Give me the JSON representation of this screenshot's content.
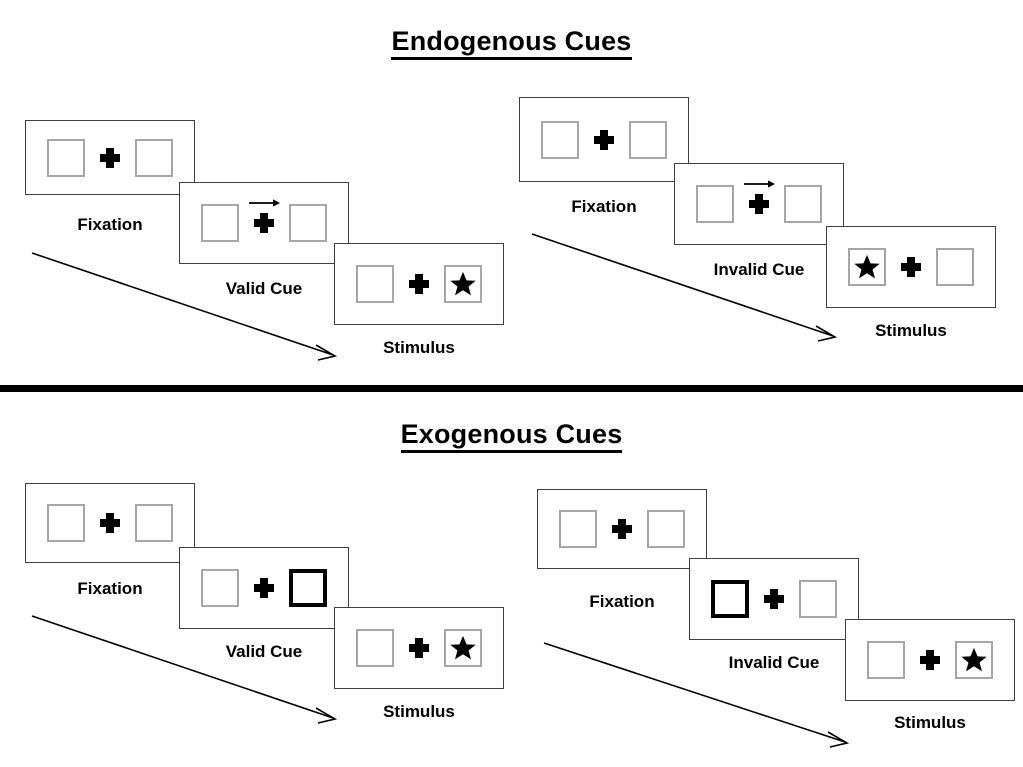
{
  "sections": [
    {
      "id": "endogenous",
      "title": "Endogenous Cues",
      "conditions": [
        {
          "id": "endogenous-valid",
          "cue_label": "Valid Cue",
          "panels": [
            {
              "id": "endogenous-valid-fixation",
              "label": "Fixation",
              "left_square": "empty",
              "right_square": "empty",
              "center": "plus",
              "cue": "none"
            },
            {
              "id": "endogenous-valid-cue",
              "label": "Valid Cue",
              "left_square": "empty",
              "right_square": "empty",
              "center": "plus",
              "cue": "arrow-right"
            },
            {
              "id": "endogenous-valid-stimulus",
              "label": "Stimulus",
              "left_square": "empty",
              "right_square": "star",
              "center": "plus",
              "cue": "none"
            }
          ]
        },
        {
          "id": "endogenous-invalid",
          "cue_label": "Invalid Cue",
          "panels": [
            {
              "id": "endogenous-invalid-fixation",
              "label": "Fixation",
              "left_square": "empty",
              "right_square": "empty",
              "center": "plus",
              "cue": "none"
            },
            {
              "id": "endogenous-invalid-cue",
              "label": "Invalid Cue",
              "left_square": "empty",
              "right_square": "empty",
              "center": "plus",
              "cue": "arrow-right"
            },
            {
              "id": "endogenous-invalid-stimulus",
              "label": "Stimulus",
              "left_square": "star",
              "right_square": "empty",
              "center": "plus",
              "cue": "none"
            }
          ]
        }
      ]
    },
    {
      "id": "exogenous",
      "title": "Exogenous Cues",
      "conditions": [
        {
          "id": "exogenous-valid",
          "cue_label": "Valid Cue",
          "panels": [
            {
              "id": "exogenous-valid-fixation",
              "label": "Fixation",
              "left_square": "empty",
              "right_square": "empty",
              "center": "plus",
              "cue": "none"
            },
            {
              "id": "exogenous-valid-cue",
              "label": "Valid Cue",
              "left_square": "empty",
              "right_square": "cued",
              "center": "plus",
              "cue": "none"
            },
            {
              "id": "exogenous-valid-stimulus",
              "label": "Stimulus",
              "left_square": "empty",
              "right_square": "star",
              "center": "plus",
              "cue": "none"
            }
          ]
        },
        {
          "id": "exogenous-invalid",
          "cue_label": "Invalid Cue",
          "panels": [
            {
              "id": "exogenous-invalid-fixation",
              "label": "Fixation",
              "left_square": "empty",
              "right_square": "empty",
              "center": "plus",
              "cue": "none"
            },
            {
              "id": "exogenous-invalid-cue",
              "label": "Invalid Cue",
              "left_square": "cued",
              "right_square": "empty",
              "center": "plus",
              "cue": "none"
            },
            {
              "id": "exogenous-invalid-stimulus",
              "label": "Stimulus",
              "left_square": "empty",
              "right_square": "star",
              "center": "plus",
              "cue": "none"
            }
          ]
        }
      ]
    }
  ],
  "icons": {
    "plus": "fixation-cross-icon",
    "star": "star-target-icon",
    "cue_arrow": "rightward-arrow-cue-icon",
    "time_arrow": "time-progression-arrow-icon"
  },
  "colors": {
    "square_border": "#a6a6a6",
    "cued_square_border": "#000000",
    "frame_border": "#3f3f3f",
    "ink": "#000000",
    "background": "#ffffff",
    "divider": "#000000"
  },
  "labels": {
    "fixation": "Fixation",
    "valid_cue": "Valid Cue",
    "invalid_cue": "Invalid Cue",
    "stimulus": "Stimulus"
  }
}
